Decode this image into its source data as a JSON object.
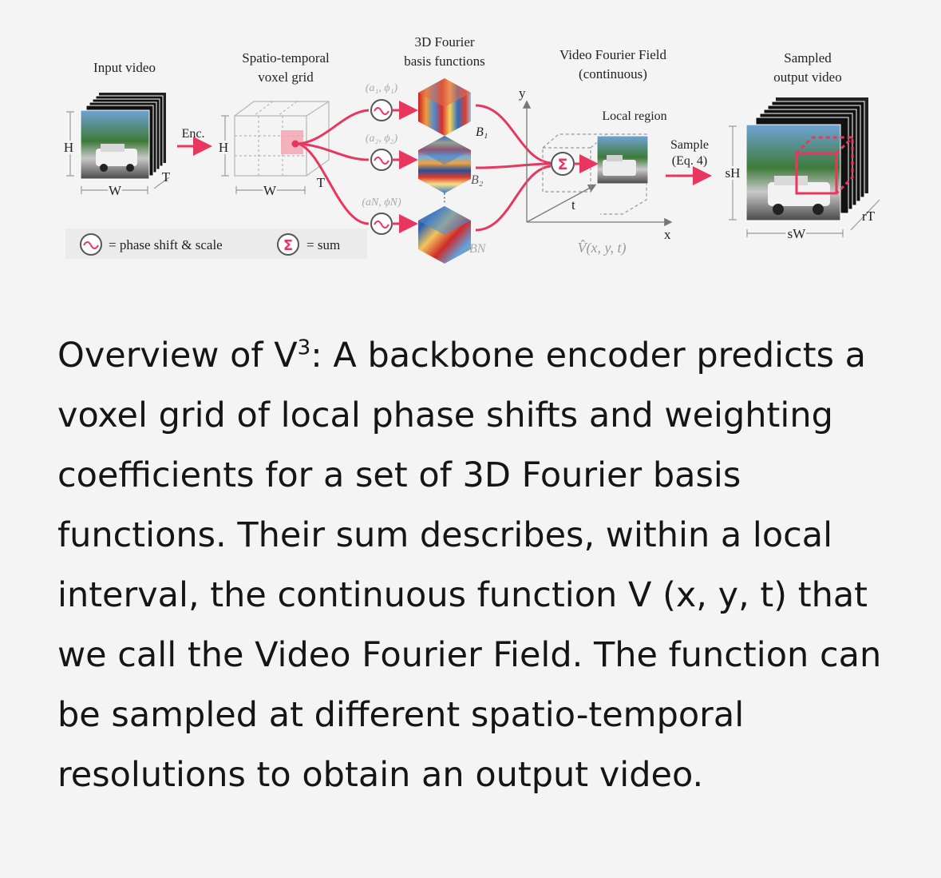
{
  "figure": {
    "input_label": "Input video",
    "voxel_label_1": "Spatio-temporal",
    "voxel_label_2": "voxel grid",
    "basis_label_1": "3D Fourier",
    "basis_label_2": "basis functions",
    "field_label_1": "Video Fourier Field",
    "field_label_2": "(continuous)",
    "output_label_1": "Sampled",
    "output_label_2": "output video",
    "dim_h": "H",
    "dim_w": "W",
    "dim_t": "T",
    "enc": "Enc.",
    "coef_1": "(a₁, ϕ₁)",
    "coef_2": "(a₂, ϕ₂)",
    "coef_n": "(aN, ϕN)",
    "basis_1": "B₁",
    "basis_2": "B₂",
    "basis_n": "BN",
    "axis_y": "y",
    "axis_x": "x",
    "axis_t": "t",
    "local_region": "Local region",
    "field_fn": "V̂(x, y, t)",
    "sample_1": "Sample",
    "sample_2": "(Eq. 4)",
    "out_h": "sH",
    "out_w": "sW",
    "out_t": "rT",
    "legend_phase": "= phase shift & scale",
    "legend_sum": "= sum",
    "sum_symbol": "Σ",
    "colors": {
      "accent": "#e8375f",
      "grid": "#b5b5b5"
    }
  },
  "caption": {
    "title_prefix": "Overview of V",
    "title_sup": "3",
    "title_suffix": ":",
    "body": " A backbone encoder predicts a voxel grid of local phase shifts and weighting coefficients for a set of 3D Fourier basis functions. Their sum describes, within a local interval, the continuous function V (x, y, t) that we call the Video Fourier Field. The function can be sampled at different spatio-temporal resolutions to obtain an output video."
  }
}
